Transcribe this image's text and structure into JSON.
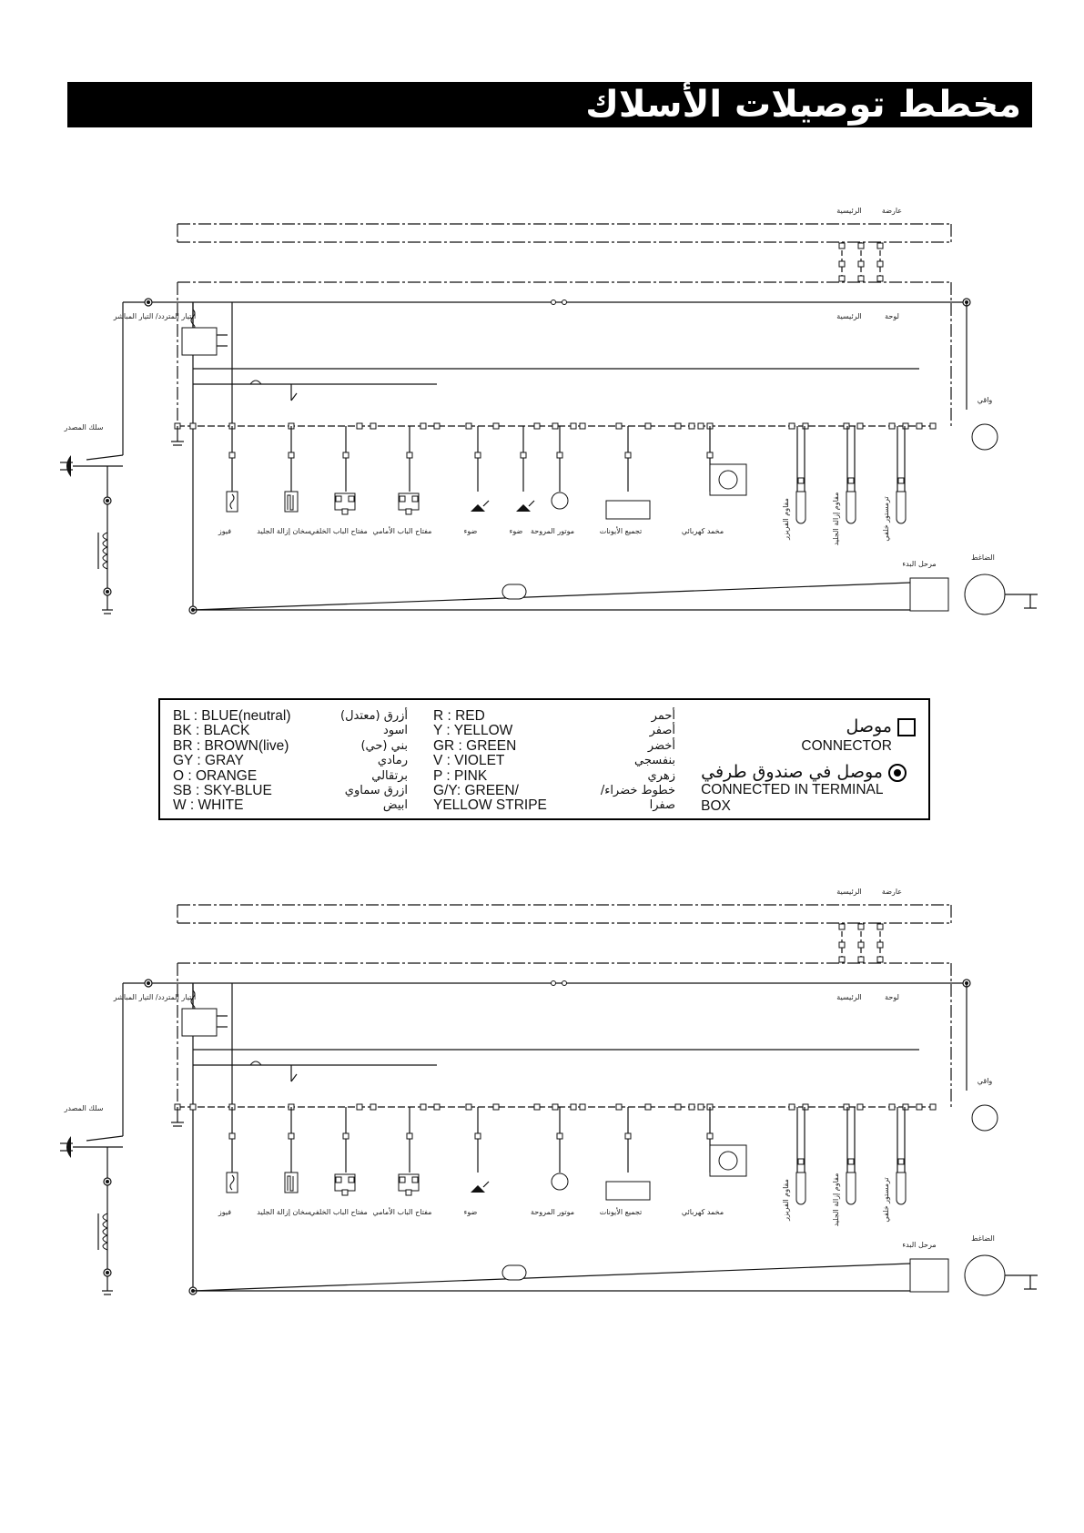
{
  "title": "مخطط توصيلات الأسلاك",
  "diagram_labels": {
    "power_cord": "سلك المصدر",
    "ac_dc": "التيار المتردد/ التيار المباشر",
    "main_display": "عارضة",
    "main_display2": "الرئيسية",
    "main_board": "لوحة",
    "main_board2": "الرئيسية",
    "protector": "واقي",
    "fuse": "فيوز",
    "defrost_heater": "سخان إزالة الجليد",
    "rear_door_switch": "مفتاح الباب الخلفي",
    "front_door_switch": "مفتاح الباب الأمامي",
    "lamp1": "ضوء",
    "lamp2": "ضوء",
    "fan_motor": "موتور المروحة",
    "ionizer": "تجميع الأيونات",
    "damper": "مخمد كهربائي",
    "freezer_resistance": "مقاوم الفريزر",
    "defrost_resistance": "مقاوم إزالة الجليد",
    "rear_thermistor": "ترمستور خلفي",
    "start_relay": "مرحل البدء",
    "compressor": "الضاغط"
  },
  "legend": {
    "left_en": [
      "BL  : BLUE(neutral)",
      "BK : BLACK",
      "BR : BROWN(live)",
      "GY : GRAY",
      "O   : ORANGE",
      "SB  : SKY-BLUE",
      "W   : WHITE"
    ],
    "left_ar": [
      "أزرق (معتدل)",
      "اسود",
      "بني (حي)",
      "رمادي",
      "برتقالي",
      "ازرق سماوي",
      "ابيض"
    ],
    "mid_en": [
      "R     : RED",
      "Y     : YELLOW",
      "GR  : GREEN",
      "V     : VIOLET",
      "P     : PINK",
      "G/Y: GREEN/",
      "        YELLOW STRIPE"
    ],
    "mid_ar": [
      "أحمر",
      "أصفر",
      "أخضر",
      "بنفسجي",
      "زهري",
      "خطوط خضراء/",
      "صفرا"
    ],
    "connector_ar": "موصل",
    "connector_en": "CONNECTOR",
    "terminal_ar": "موصل في صندوق طرفي",
    "terminal_en_1": "CONNECTED IN TERMINAL",
    "terminal_en_2": "BOX"
  }
}
